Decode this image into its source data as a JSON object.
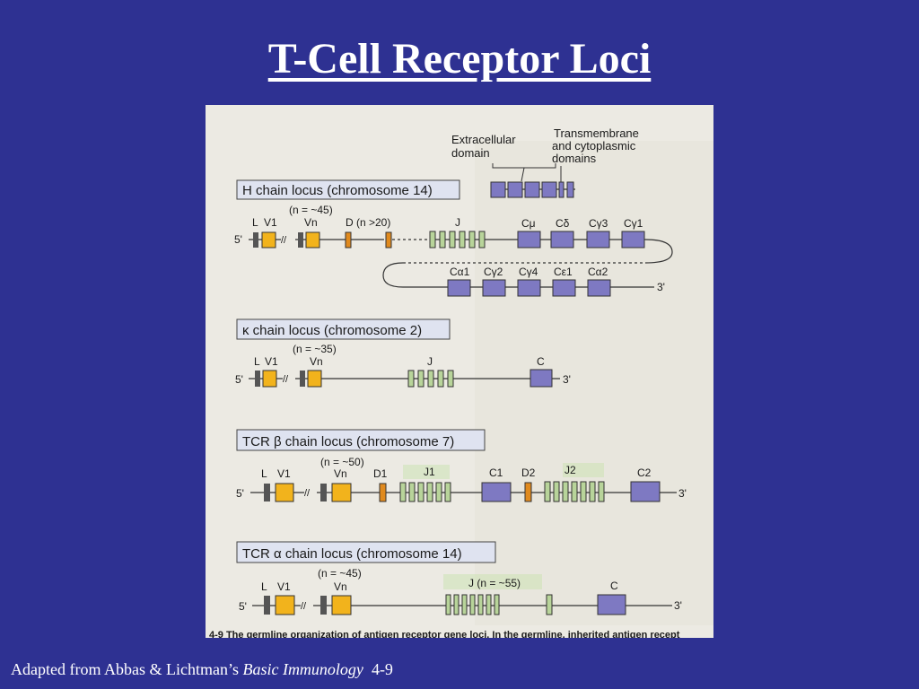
{
  "slide": {
    "title": "T-Cell Receptor Loci",
    "caption": {
      "prefix": "Adapted from Abbas & Lichtman’s ",
      "book": "Basic Immunology",
      "ref": "4-9"
    }
  },
  "figure": {
    "protein_labels": {
      "extracellular": [
        "Extracellular",
        "domain"
      ],
      "transmembrane": [
        "Transmembrane",
        "and cytoplasmic",
        "domains"
      ]
    },
    "footer_text": "4-9  The germline organization of antigen receptor gene loci. In the germline, inherited antigen recept",
    "colors": {
      "v_segment": "#f2b31c",
      "d_segment": "#e08a1e",
      "j_segment": "#b8d49a",
      "c_segment": "#7e79c2",
      "leader": "#555555",
      "box": "#dfe3f0"
    },
    "loci": {
      "heavy": {
        "name": "H chain locus (chromosome 14)",
        "n_v": "(n = ~45)",
        "five": "5'",
        "three": "3'",
        "labels": {
          "l": "L",
          "v1": "V1",
          "vn": "Vn",
          "d": "D (n >20)",
          "j": "J"
        },
        "c_row1": [
          "Cμ",
          "Cδ",
          "Cγ3",
          "Cγ1"
        ],
        "c_row2": [
          "Cα1",
          "Cγ2",
          "Cγ4",
          "Cε1",
          "Cα2"
        ]
      },
      "kappa": {
        "name": "κ chain locus (chromosome 2)",
        "n_v": "(n = ~35)",
        "five": "5'",
        "three": "3'",
        "labels": {
          "l": "L",
          "v1": "V1",
          "vn": "Vn",
          "j": "J",
          "c": "C"
        }
      },
      "beta": {
        "name": "TCR β chain locus (chromosome 7)",
        "n_v": "(n = ~50)",
        "five": "5'",
        "three": "3'",
        "labels": {
          "l": "L",
          "v1": "V1",
          "vn": "Vn",
          "d1": "D1",
          "j1": "J1",
          "c1": "C1",
          "d2": "D2",
          "j2": "J2",
          "c2": "C2"
        }
      },
      "alpha": {
        "name": "TCR α chain locus (chromosome 14)",
        "n_v": "(n = ~45)",
        "five": "5'",
        "three": "3'",
        "labels": {
          "l": "L",
          "v1": "V1",
          "vn": "Vn",
          "j": "J (n = ~55)",
          "c": "C"
        }
      }
    }
  }
}
